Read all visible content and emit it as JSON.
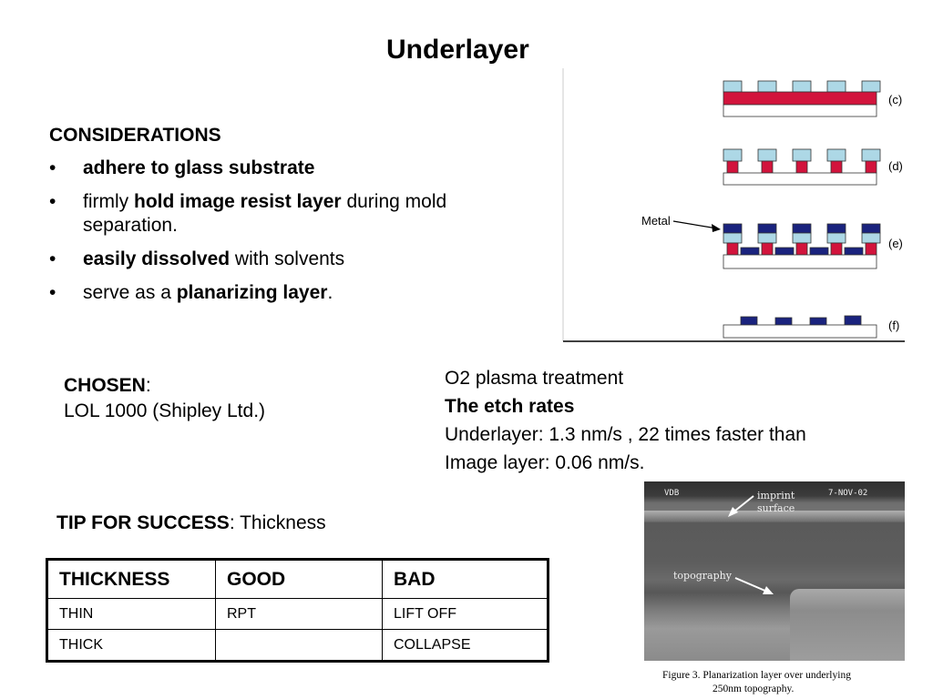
{
  "title": "Underlayer",
  "considerations": {
    "heading": "CONSIDERATIONS",
    "bullet_glyph": "•",
    "item1": {
      "bold": "adhere to glass substrate"
    },
    "item2": {
      "pre": "firmly ",
      "bold": "hold image resist layer",
      "post": " during mold separation."
    },
    "item3": {
      "bold": "easily dissolved",
      "post": " with solvents"
    },
    "item4": {
      "pre": "serve as a ",
      "bold": "planarizing layer",
      "post": "."
    }
  },
  "chosen": {
    "label": "CHOSEN",
    "colon": ":",
    "value": "LOL 1000 (Shipley Ltd.)"
  },
  "etch": {
    "line1": "O2 plasma treatment",
    "line2": "The etch rates",
    "line3": "Underlayer: 1.3 nm/s , 22 times faster than",
    "line4": "Image layer: 0.06 nm/s."
  },
  "tip": {
    "label": "TIP FOR SUCCESS",
    "text": ": Thickness"
  },
  "table": {
    "headers": [
      "THICKNESS",
      "GOOD",
      "BAD"
    ],
    "rows": [
      [
        "THIN",
        "RPT",
        "LIFT OFF"
      ],
      [
        "THICK",
        "",
        "COLLAPSE"
      ]
    ]
  },
  "diagram": {
    "metal_label": "Metal",
    "step_labels": [
      "(c)",
      "(d)",
      "(e)",
      "(f)"
    ],
    "colors": {
      "resist": "#add8e6",
      "underlayer": "#d2143c",
      "metal": "#1a237e",
      "substrate": "#ffffff"
    }
  },
  "sem_image": {
    "corner_left": "VDB",
    "corner_right": "7-NOV-02",
    "label_imprint": "imprint surface",
    "label_topography": "topography",
    "caption_line1": "Figure 3.  Planarization layer over underlying",
    "caption_line2": "250nm topography."
  }
}
